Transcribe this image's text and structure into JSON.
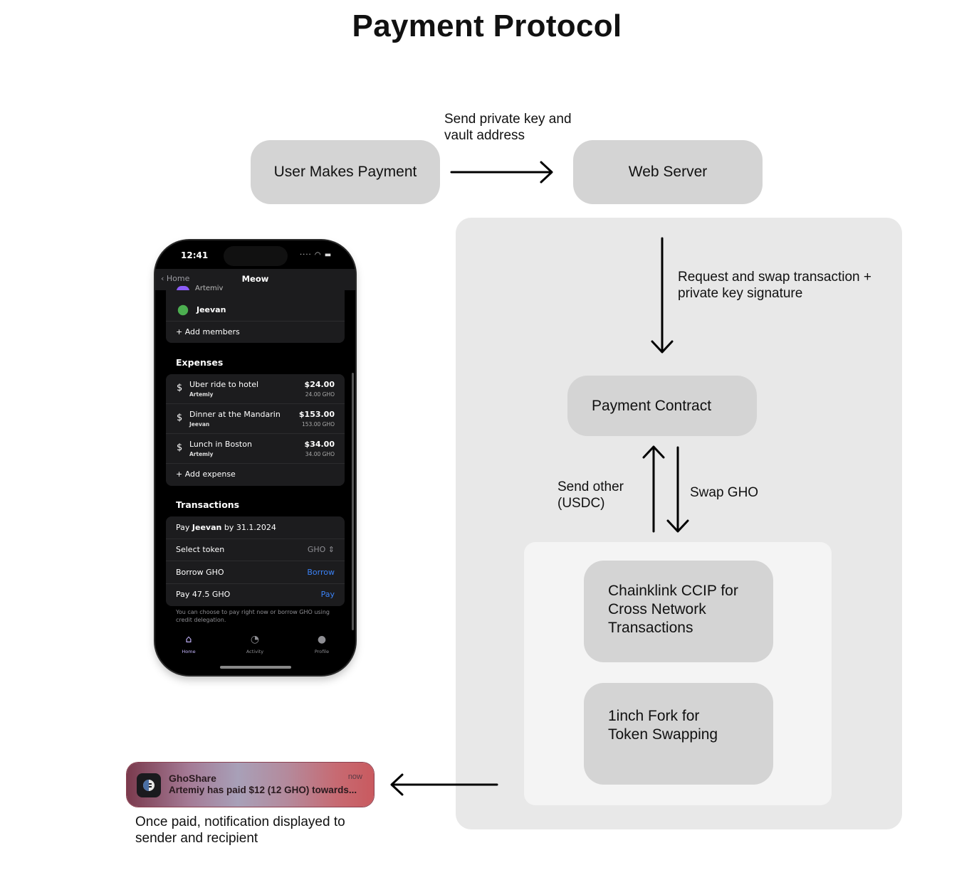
{
  "title": "Payment Protocol",
  "nodes": {
    "user_makes_payment": "User Makes Payment",
    "web_server": "Web Server",
    "payment_contract": "Payment Contract",
    "chainlink": "Chainklink CCIP for\nCross Network\nTransactions",
    "oneinch": "1inch Fork for\nToken Swapping"
  },
  "edges": {
    "send_key": "Send private key and\nvault address",
    "request_swap": "Request and swap transaction +\nprivate key signature",
    "send_other": "Send other\n(USDC)",
    "swap_gho": "Swap GHO",
    "notify": "Once paid, notification displayed to\nsender and recipient"
  },
  "phone": {
    "time": "12:41",
    "back_label": "Home",
    "nav_title": "Meow",
    "members": [
      {
        "name": "Artemiy",
        "color": "#8b5cf6"
      },
      {
        "name": "Jeevan",
        "color": "#4caf50"
      }
    ],
    "add_members": "Add members",
    "expenses_header": "Expenses",
    "expenses": [
      {
        "name": "Uber ride to hotel",
        "by": "Artemiy",
        "amount": "$24.00",
        "gho": "24.00 GHO"
      },
      {
        "name": "Dinner at the Mandarin",
        "by": "Jeevan",
        "amount": "$153.00",
        "gho": "153.00 GHO"
      },
      {
        "name": "Lunch in Boston",
        "by": "Artemiy",
        "amount": "$34.00",
        "gho": "34.00 GHO"
      }
    ],
    "add_expense": "Add expense",
    "transactions_header": "Transactions",
    "pay_prefix": "Pay",
    "pay_name": "Jeevan",
    "pay_suffix": "by 31.1.2024",
    "select_token_label": "Select token",
    "select_token_value": "GHO",
    "borrow_label": "Borrow GHO",
    "borrow_action": "Borrow",
    "pay_label": "Pay 47.5 GHO",
    "pay_action": "Pay",
    "footnote": "You can choose to pay right now or borrow GHO using credit delegation.",
    "tabs": [
      {
        "label": "Home",
        "icon": "home-icon"
      },
      {
        "label": "Activity",
        "icon": "clock-icon"
      },
      {
        "label": "Profile",
        "icon": "person-icon"
      }
    ]
  },
  "notification": {
    "app": "GhoShare",
    "when": "now",
    "message": "Artemiy has paid $12 (12 GHO) towards..."
  }
}
